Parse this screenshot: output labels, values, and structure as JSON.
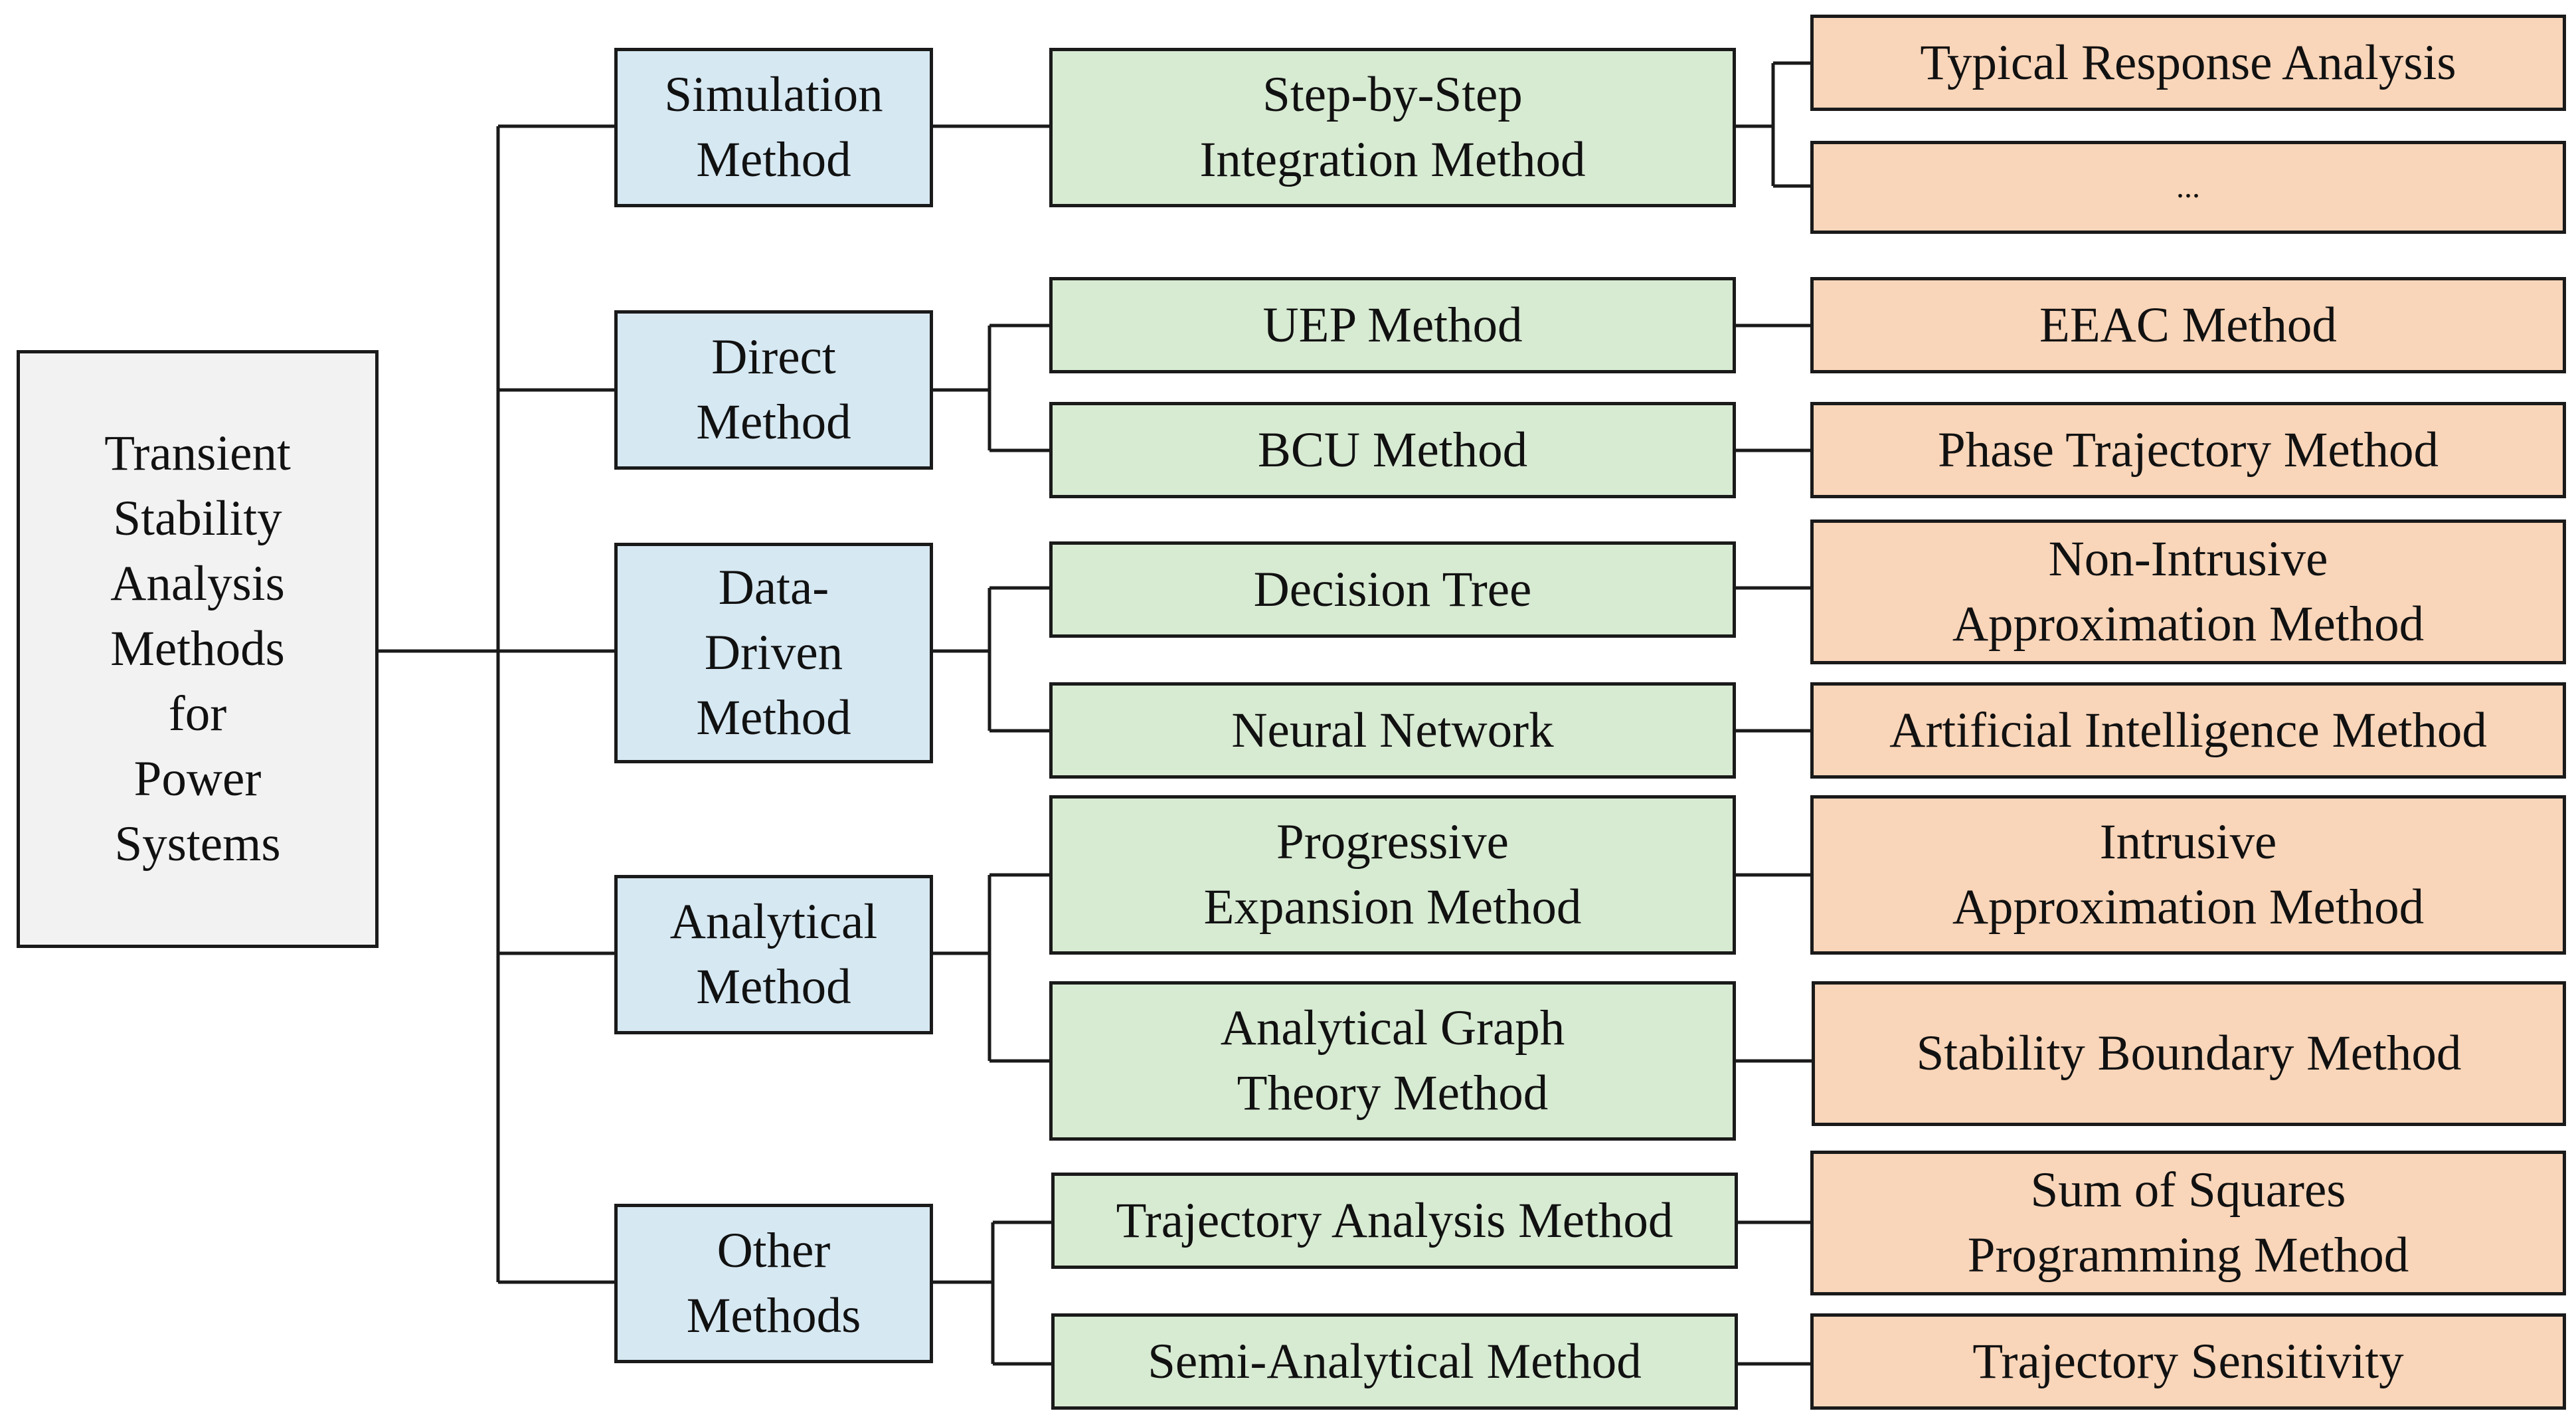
{
  "colors": {
    "root_fill": "#f2f2f2",
    "category_fill": "#d6e8f2",
    "method_fill": "#d7ead2",
    "submethod_fill": "#f9d5b9",
    "line": "#1a1a1a"
  },
  "root": {
    "label": "Transient\nStability\nAnalysis\nMethods\nfor\nPower\nSystems"
  },
  "categories": [
    {
      "label": "Simulation\nMethod"
    },
    {
      "label": "Direct\nMethod"
    },
    {
      "label": "Data-\nDriven\nMethod"
    },
    {
      "label": "Analytical\nMethod"
    },
    {
      "label": "Other\nMethods"
    }
  ],
  "methods": [
    {
      "label": "Step-by-Step\nIntegration Method"
    },
    {
      "label": "UEP Method"
    },
    {
      "label": "BCU Method"
    },
    {
      "label": "Decision Tree"
    },
    {
      "label": "Neural Network"
    },
    {
      "label": "Progressive\nExpansion Method"
    },
    {
      "label": "Analytical Graph\nTheory Method"
    },
    {
      "label": "Trajectory Analysis Method"
    },
    {
      "label": "Semi-Analytical Method"
    }
  ],
  "submethods": [
    {
      "label": "Typical Response Analysis"
    },
    {
      "label": "..."
    },
    {
      "label": "EEAC Method"
    },
    {
      "label": "Phase Trajectory Method"
    },
    {
      "label": "Non-Intrusive\nApproximation Method"
    },
    {
      "label": "Artificial Intelligence Method"
    },
    {
      "label": "Intrusive\nApproximation Method"
    },
    {
      "label": "Stability Boundary Method"
    },
    {
      "label": "Sum of Squares\nProgramming Method"
    },
    {
      "label": "Trajectory Sensitivity"
    }
  ]
}
